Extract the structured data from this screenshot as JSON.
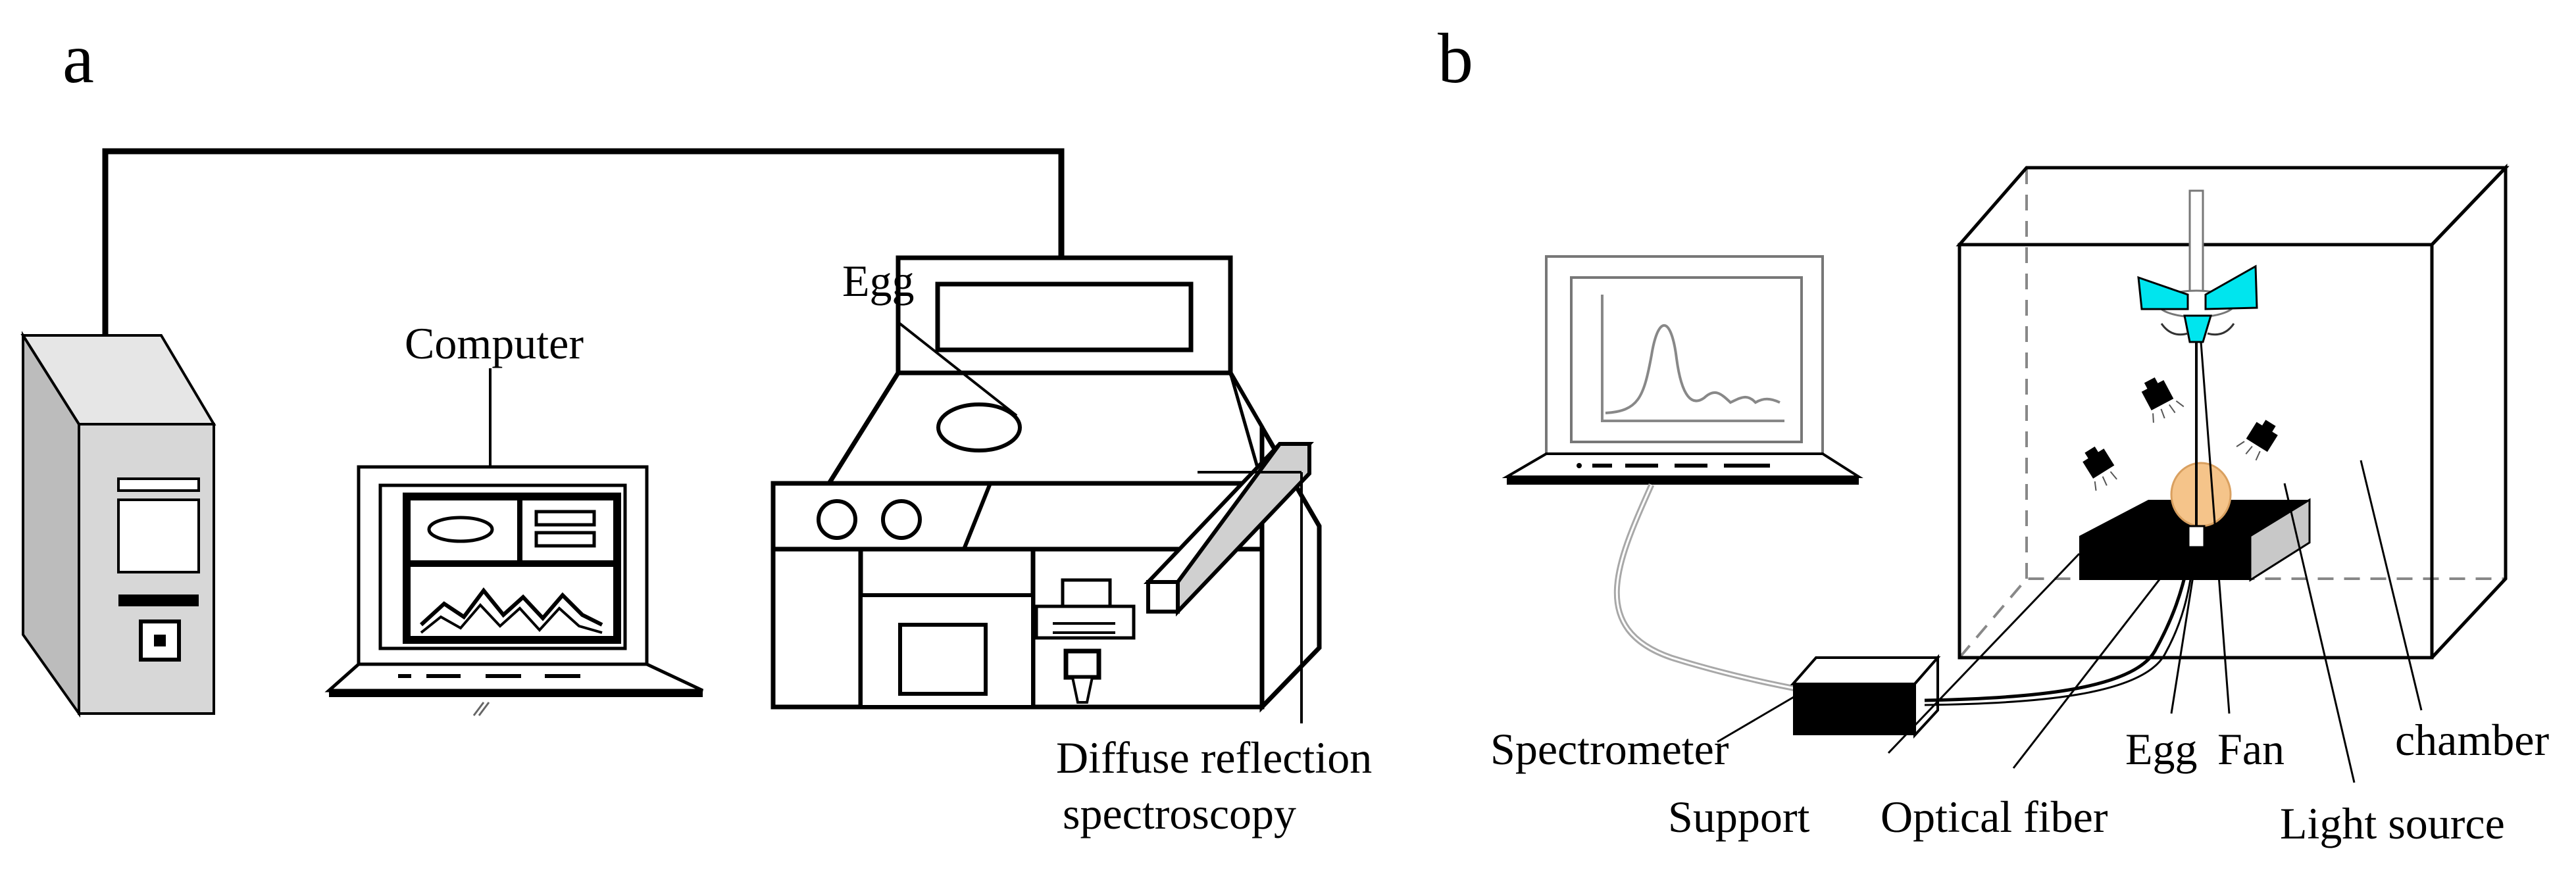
{
  "panel_a": {
    "letter": "a",
    "labels": {
      "egg": "Egg",
      "computer": "Computer",
      "diffuse_line1": "Diffuse reflection",
      "diffuse_line2": "spectroscopy"
    }
  },
  "panel_b": {
    "letter": "b",
    "labels": {
      "spectrometer": "Spectrometer",
      "support": "Support",
      "optical_fiber": "Optical fiber",
      "egg": "Egg",
      "fan": "Fan",
      "chamber": "chamber",
      "light_source": "Light source"
    }
  },
  "colors": {
    "stroke": "#000000",
    "tower_front": "#d7d7d7",
    "tower_side": "#bcbcbc",
    "fan_blue": "#00e5ee",
    "egg_orange": "#f5c48a",
    "probe_gray": "#d0d0d0",
    "cable_gray": "#a8a8a8"
  }
}
